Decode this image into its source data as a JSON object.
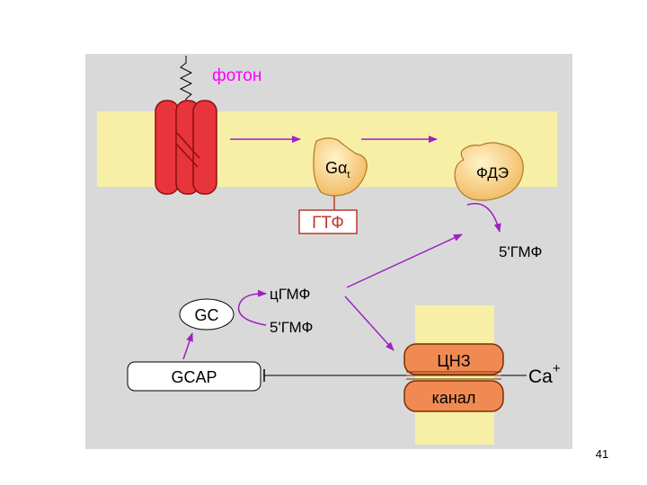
{
  "labels": {
    "photon": "фотон",
    "g_alpha": "Gα",
    "g_alpha_sub": "t",
    "gtp": "ГТФ",
    "pde": "ФДЭ",
    "gmp_product": "5'ГМФ",
    "cgmp": "цГМФ",
    "gc": "GC",
    "gmp_gc": "5'ГМФ",
    "gcap": "GCAP",
    "cng": "ЦНЗ",
    "channel": "канал",
    "calcium": "Ca",
    "calcium_charge": "+"
  },
  "slide_number": "41",
  "colors": {
    "panel": "#d9d9d9",
    "membrane": "#f7efa6",
    "rhodopsin": "#e8343b",
    "protein": "#f7cf7a",
    "channel": "#f08a52",
    "arrow": "#a020c0",
    "photon_label": "#ff00ff",
    "gtp_border": "#c0392b"
  }
}
